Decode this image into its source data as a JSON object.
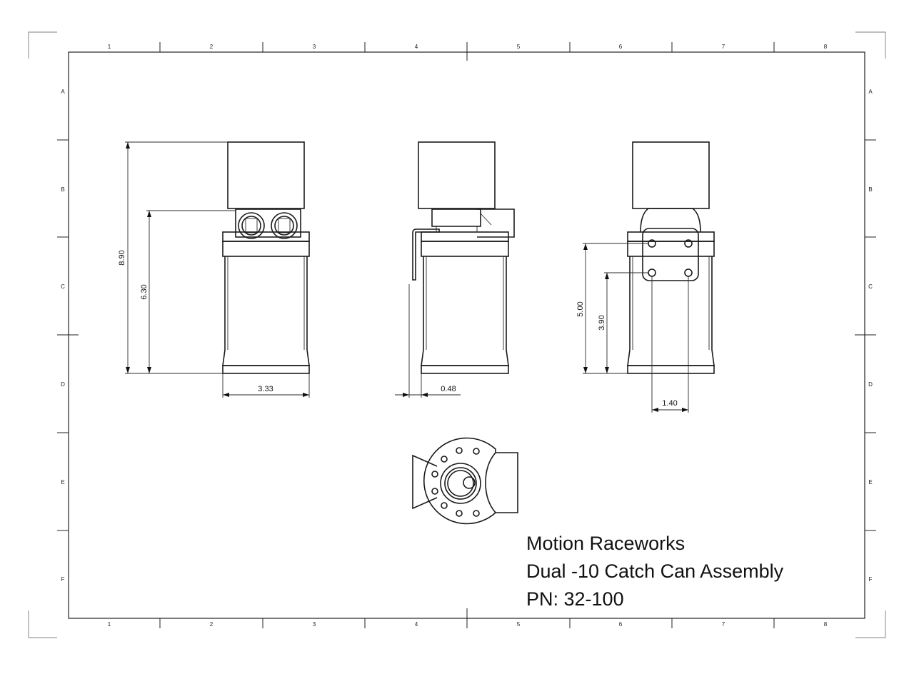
{
  "border": {
    "columns": [
      "1",
      "2",
      "3",
      "4",
      "5",
      "6",
      "7",
      "8"
    ],
    "rows": [
      "A",
      "B",
      "C",
      "D",
      "E",
      "F"
    ]
  },
  "dimensions": {
    "front_total_height": "8.90",
    "front_body_height": "6.30",
    "front_width": "3.33",
    "side_offset": "0.48",
    "rear_mount_upper": "5.00",
    "rear_mount_lower": "3.90",
    "rear_mount_spacing": "1.40"
  },
  "title_block": {
    "company": "Motion Raceworks",
    "part_name": "Dual -10 Catch Can Assembly",
    "part_number": "PN: 32-100"
  }
}
